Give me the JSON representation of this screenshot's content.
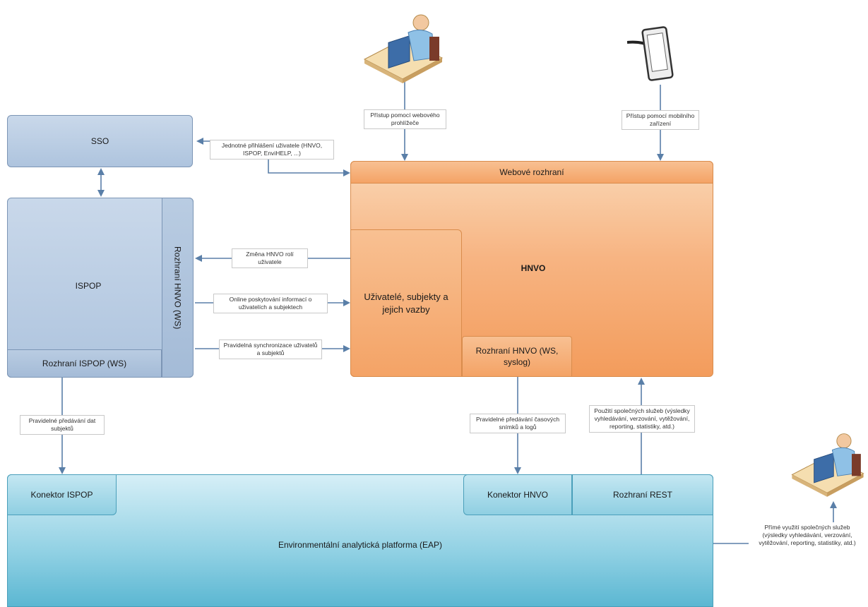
{
  "nodes": {
    "sso": "SSO",
    "ispop": "ISPOP",
    "ispop_ws": "Rozhraní ISPOP (WS)",
    "ispop_hnvo_ws": "Rozhraní HNVO (WS)",
    "web_ui": "Webové rozhraní",
    "hnvo": "HNVO",
    "users": "Uživatelé, subjekty a jejich vazby",
    "hnvo_iface": "Rozhraní HNVO (WS, syslog)",
    "eap": "Environmentální analytická platforma (EAP)",
    "konektor_ispop": "Konektor ISPOP",
    "konektor_hnvo": "Konektor HNVO",
    "rest": "Rozhraní REST"
  },
  "edges": {
    "web_access": "Přístup pomocí webového prohlížeče",
    "mobile_access": "Přístup pomocí mobilního zařízení",
    "sso_login": "Jednotné přihlášení uživatele (HNVO, ISPOP, EnviHELP, ...)",
    "role_change": "Změna HNVO rolí uživatele",
    "online_info": "Online poskytování informací o uživatelích a subjektech",
    "sync": "Pravidelná synchronizace uživatelů a subjektů",
    "ispop_to_eap": "Pravidelné předávání dat subjektů",
    "hnvo_to_eap": "Pravidelné předávání časových snímků a logů",
    "rest_services": "Použití společných služeb (výsledky vyhledávání, verzování, vytěžování, reporting, statistiky, atd.)",
    "direct_services": "Přímé využití společných služeb (výsledky vyhledávání, verzování, vytěžování, reporting, statistiky, atd.)"
  },
  "colors": {
    "blue": "#aec4de",
    "orange": "#f7b482",
    "teal": "#8fd0e3",
    "arrow": "#5a7fa8"
  },
  "icons": [
    "desktop-user-icon",
    "mobile-device-icon"
  ]
}
